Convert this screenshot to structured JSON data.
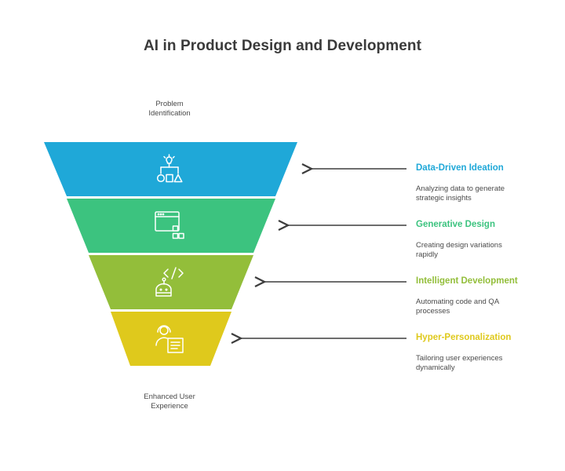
{
  "title": "AI in Product Design and Development",
  "top_label": "Problem\nIdentification",
  "bottom_label": "Enhanced User\nExperience",
  "stages": [
    {
      "title": "Data-Driven Ideation",
      "description": "Analyzing data to generate strategic insights",
      "color": "#1fa8d8",
      "title_color": "#1fa8d8",
      "icon": "lightbulb-shapes-icon"
    },
    {
      "title": "Generative Design",
      "description": "Creating design variations rapidly",
      "color": "#3cc37f",
      "title_color": "#3cc37f",
      "icon": "browser-window-blocks-icon"
    },
    {
      "title": "Intelligent Development",
      "description": "Automating code and QA processes",
      "color": "#93be3a",
      "title_color": "#93be3a",
      "icon": "robot-code-icon"
    },
    {
      "title": "Hyper-Personalization",
      "description": "Tailoring user experiences dynamically",
      "color": "#dfc91c",
      "title_color": "#dfc91c",
      "icon": "user-document-icon"
    }
  ],
  "arrow_color": "#3d3d3d",
  "icon_color": "#ffffff"
}
